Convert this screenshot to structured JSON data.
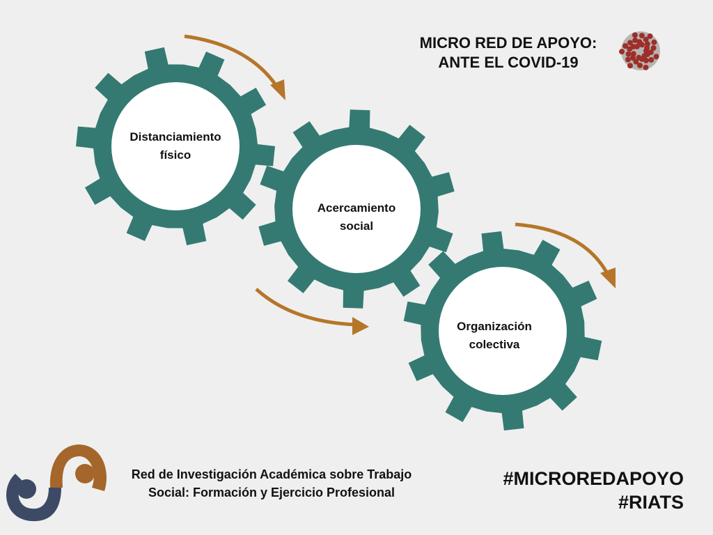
{
  "title": {
    "line1": "MICRO RED DE APOYO:",
    "line2": "ANTE EL COVID-19"
  },
  "gears": [
    {
      "line1": "Distanciamiento",
      "line2": "físico"
    },
    {
      "line1": "Acercamiento",
      "line2": "social"
    },
    {
      "line1": "Organización",
      "line2": "colectiva"
    }
  ],
  "organization": {
    "line1": "Red de Investigación Académica sobre Trabajo",
    "line2": "Social: Formación y Ejercicio Profesional"
  },
  "hashtags": [
    "#MICROREDAPOYO",
    "#RIATS"
  ],
  "colors": {
    "gear": "#347a72",
    "arrow": "#b5762a",
    "logo_blue": "#3d4a66",
    "logo_brown": "#a4662a",
    "virus": "#9c2f2a"
  }
}
